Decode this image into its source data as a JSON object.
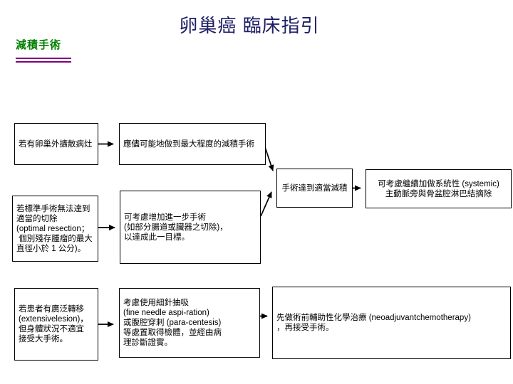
{
  "slide": {
    "title": "卵巢癌 臨床指引",
    "section_heading": "減積手術"
  },
  "colors": {
    "title_text": "#1F1F66",
    "heading_text": "#008000",
    "heading_underline": "#800080",
    "box_border": "#000000",
    "box_text": "#000000",
    "arrow": "#000000",
    "background": "#FFFFFF"
  },
  "flow": {
    "boxA": {
      "lines": [
        "若有卵巢外擴散病灶"
      ]
    },
    "boxB": {
      "lines": [
        "應儘可能地做到最大程度的減積手術"
      ]
    },
    "boxC": {
      "lines": [
        "若標準手術無法達到",
        "適當的切除",
        "(optimal resection；",
        " 個別殘存腫瘤的最大",
        "直徑小於 1 公分)。"
      ]
    },
    "boxD": {
      "lines": [
        "可考慮增加進一步手術",
        "(如部分腸道或臟器之切除)，",
        "以達成此一目標。"
      ]
    },
    "boxE": {
      "lines": [
        "手術達到適當減積"
      ]
    },
    "boxF": {
      "lines": [
        "可考慮繼續加做系統性 (systemic)",
        "主動脈旁與骨盆腔淋巴結摘除"
      ]
    },
    "boxG": {
      "lines": [
        "若患者有廣泛轉移",
        "(extensivelesion)，",
        "但身體狀況不適宜",
        "接受大手術。"
      ]
    },
    "boxH": {
      "lines": [
        "考慮使用細針抽吸",
        "(fine needle aspi-ration)",
        "或腹腔穿刺 (para-centesis)",
        "等處置取得檢體，並經由病",
        "理診斷證實。"
      ]
    },
    "boxI": {
      "lines": [
        "先做術前輔助性化學治療 (neoadjuvantchemotherapy)",
        "，再接受手術。"
      ]
    }
  }
}
